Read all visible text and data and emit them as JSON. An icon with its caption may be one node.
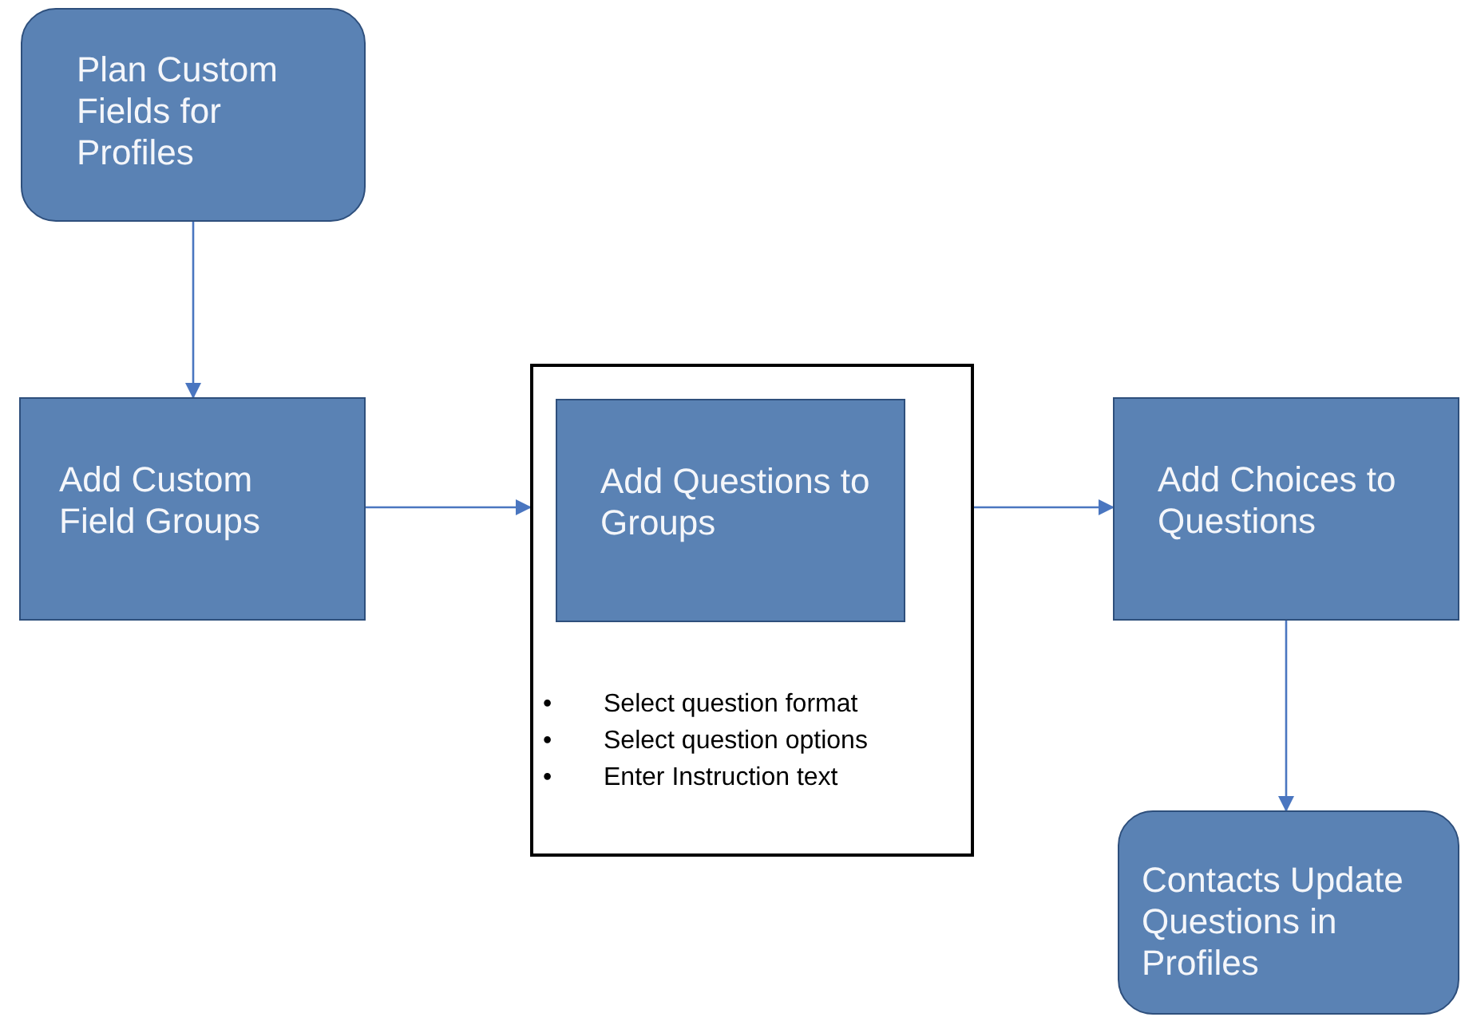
{
  "diagram": {
    "nodes": [
      {
        "text": [
          "Plan Custom Fields for Profiles"
        ]
      },
      {
        "text": [
          "Add Custom Field Groups"
        ]
      },
      {
        "text": [
          "•\tSelect question format",
          "•\tSelect question options",
          "•\tEnter Instruction text"
        ]
      },
      {
        "text": [
          "Add Questions to Groups"
        ],
        "in": 2
      },
      {
        "text": [
          "Add Choices to Questions"
        ]
      },
      {
        "text": [
          "Contacts Update Questions in Profiles"
        ]
      }
    ],
    "edges": [
      {
        "from": 0,
        "to": 1,
        "arrow": "to"
      },
      {
        "from": 1,
        "to": 2,
        "arrow": "to"
      },
      {
        "from": 3,
        "to": 4,
        "arrow": "to"
      },
      {
        "from": 4,
        "to": 5,
        "arrow": "to"
      }
    ]
  }
}
